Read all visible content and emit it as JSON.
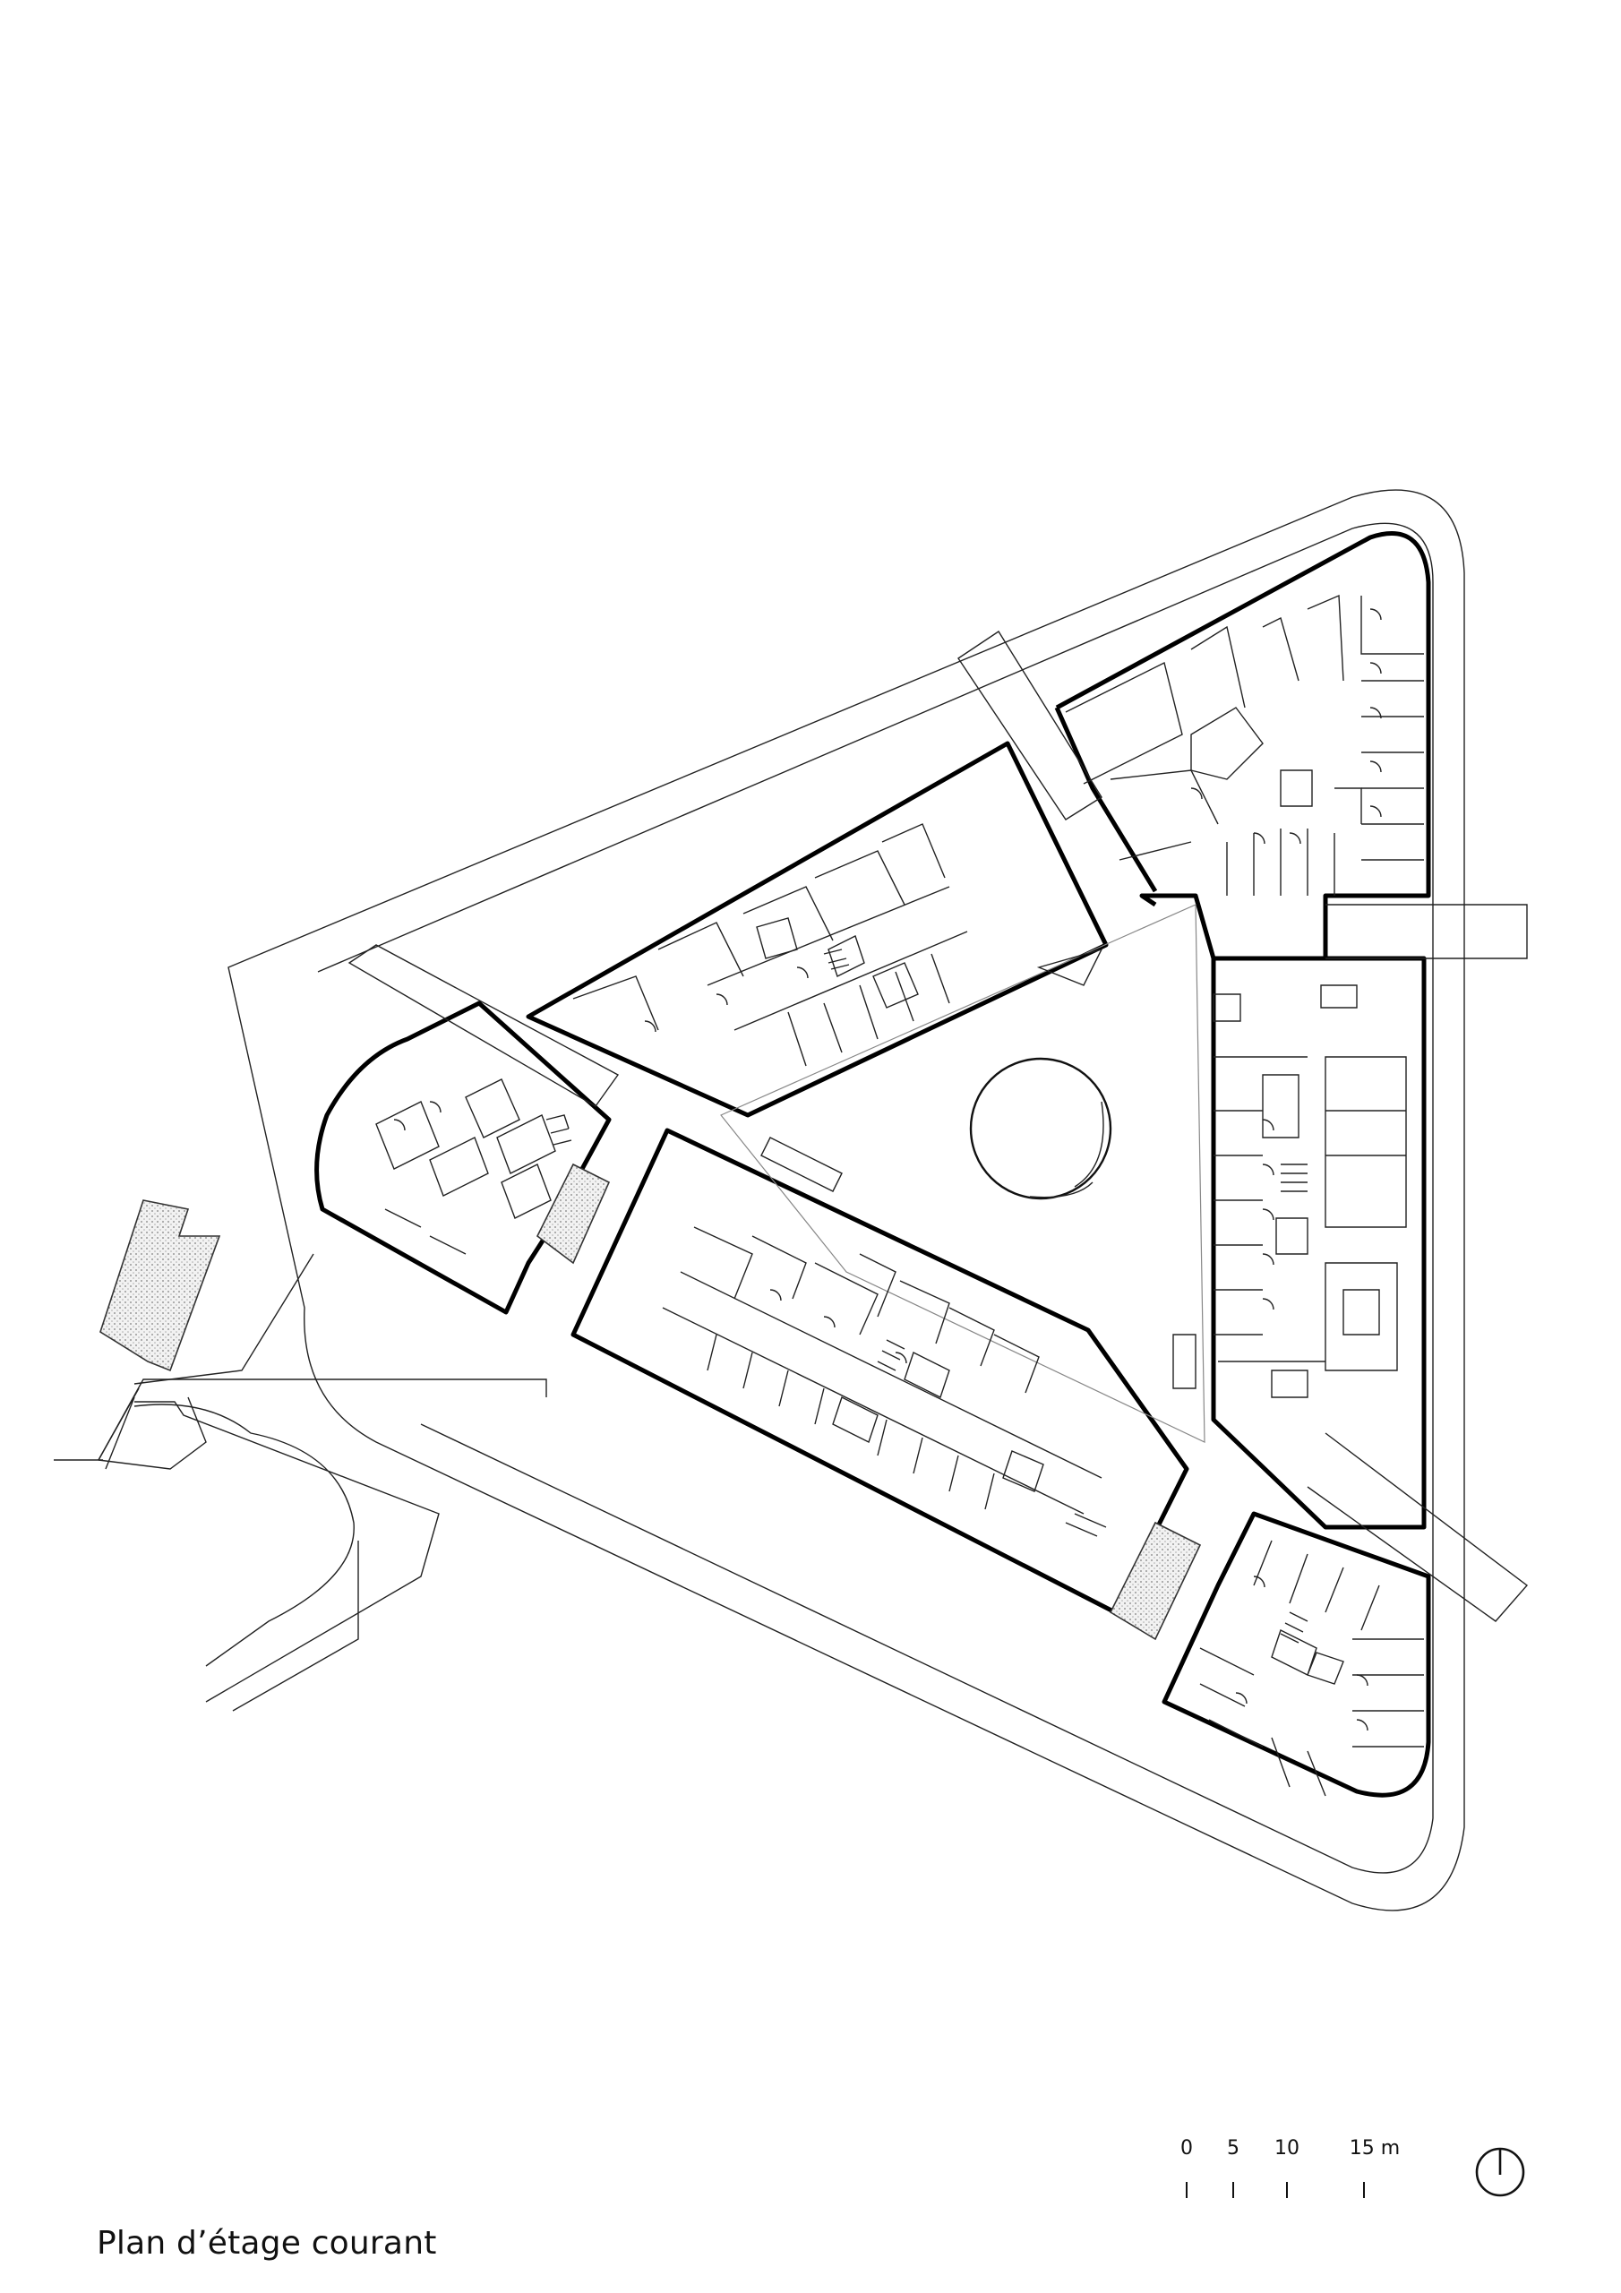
{
  "caption": "Plan d’étage courant",
  "scale_bar": {
    "labels": [
      "0",
      "5",
      "10",
      "15 m"
    ]
  },
  "north_arrow": "north-arrow",
  "colors": {
    "ink": "#000000",
    "background": "#ffffff",
    "hatch": "#bbbbbb"
  }
}
